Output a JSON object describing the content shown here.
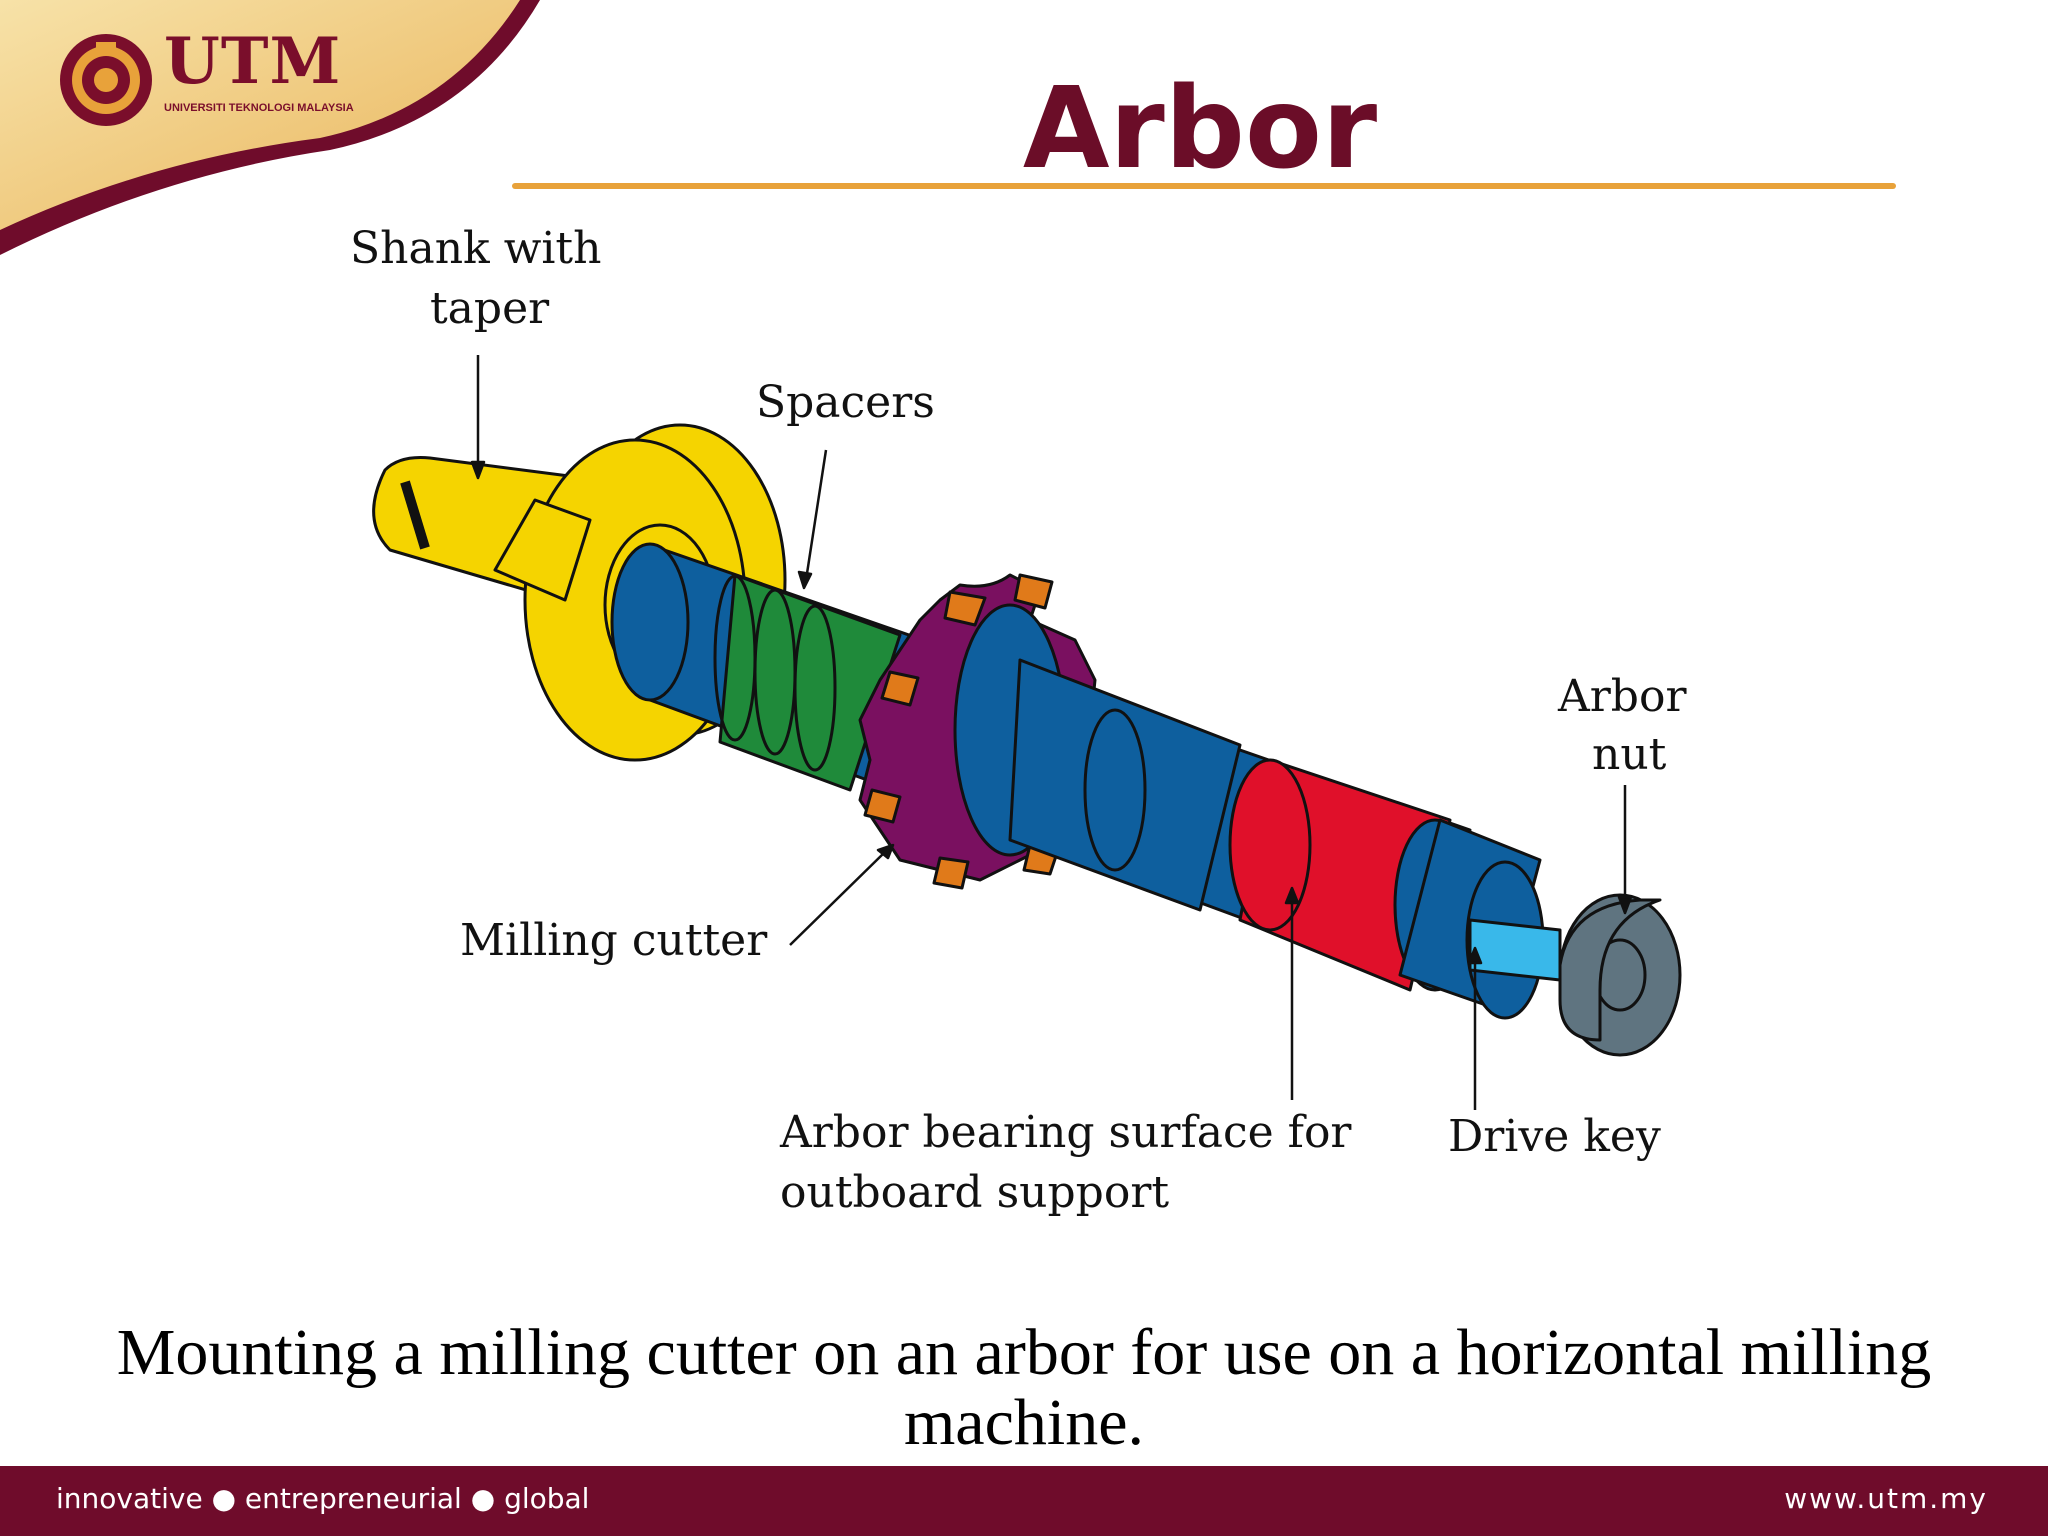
{
  "header": {
    "logo_text": "UTM",
    "logo_subtitle": "UNIVERSITI TEKNOLOGI MALAYSIA",
    "title": "Arbor"
  },
  "diagram": {
    "labels": {
      "shank_line1": "Shank   with",
      "shank_line2": "taper",
      "spacers": "Spacers",
      "arbor_nut_line1": "Arbor",
      "arbor_nut_line2": "nut",
      "milling_cutter": "Milling   cutter",
      "bearing_line1": "Arbor   bearing   surface for",
      "bearing_line2": "outboard   support",
      "drive_key": "Drive   key"
    },
    "colors": {
      "shank": "#f5d400",
      "spacers": "#1f8a3a",
      "arbor": "#0e5f9e",
      "cutter": "#7a1060",
      "inserts": "#e07a1a",
      "bearing": "#e0102a",
      "drive_key": "#39b8ea",
      "nut": "#5f7480"
    }
  },
  "caption": "Mounting a milling cutter on an arbor for use on a horizontal milling machine.",
  "footer": {
    "tagline": "innovative ● entrepreneurial ● global",
    "url": "www.utm.my"
  },
  "theme": {
    "maroon": "#6f0c2b",
    "gold": "#e8a23a"
  }
}
